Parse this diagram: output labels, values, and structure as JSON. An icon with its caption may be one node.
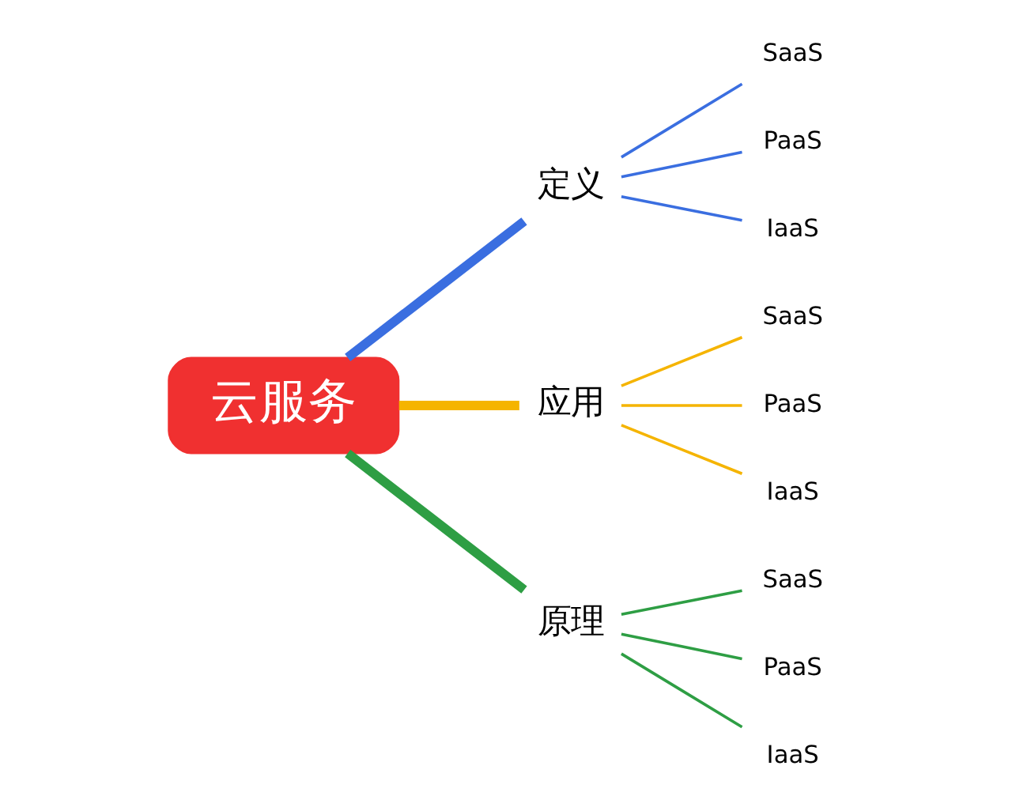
{
  "diagram": {
    "nodes": [
      {
        "text": [
          "云服务"
        ]
      },
      {
        "text": [
          "定义"
        ]
      },
      {
        "text": [
          "SaaS"
        ]
      },
      {
        "text": [
          "PaaS"
        ]
      },
      {
        "text": [
          "IaaS"
        ]
      },
      {
        "text": [
          "应用"
        ]
      },
      {
        "text": [
          "SaaS"
        ]
      },
      {
        "text": [
          "PaaS"
        ]
      },
      {
        "text": [
          "IaaS"
        ]
      },
      {
        "text": [
          "原理"
        ]
      },
      {
        "text": [
          "SaaS"
        ]
      },
      {
        "text": [
          "PaaS"
        ]
      },
      {
        "text": [
          "IaaS"
        ]
      }
    ],
    "edges": [
      {
        "from": 0,
        "to": 1,
        "arrow": "none",
        "style": "thick",
        "color": "#3a6ee0"
      },
      {
        "from": 1,
        "to": 2,
        "arrow": "none",
        "color": "#3a6ee0"
      },
      {
        "from": 1,
        "to": 3,
        "arrow": "none",
        "color": "#3a6ee0"
      },
      {
        "from": 1,
        "to": 4,
        "arrow": "none",
        "color": "#3a6ee0"
      },
      {
        "from": 0,
        "to": 5,
        "arrow": "none",
        "style": "thick",
        "color": "#f5b400"
      },
      {
        "from": 5,
        "to": 6,
        "arrow": "none",
        "color": "#f5b400"
      },
      {
        "from": 5,
        "to": 7,
        "arrow": "none",
        "color": "#f5b400"
      },
      {
        "from": 5,
        "to": 8,
        "arrow": "none",
        "color": "#f5b400"
      },
      {
        "from": 0,
        "to": 9,
        "arrow": "none",
        "style": "thick",
        "color": "#2e9e44"
      },
      {
        "from": 9,
        "to": 10,
        "arrow": "none",
        "color": "#2e9e44"
      },
      {
        "from": 9,
        "to": 11,
        "arrow": "none",
        "color": "#2e9e44"
      },
      {
        "from": 9,
        "to": 12,
        "arrow": "none",
        "color": "#2e9e44"
      }
    ]
  }
}
